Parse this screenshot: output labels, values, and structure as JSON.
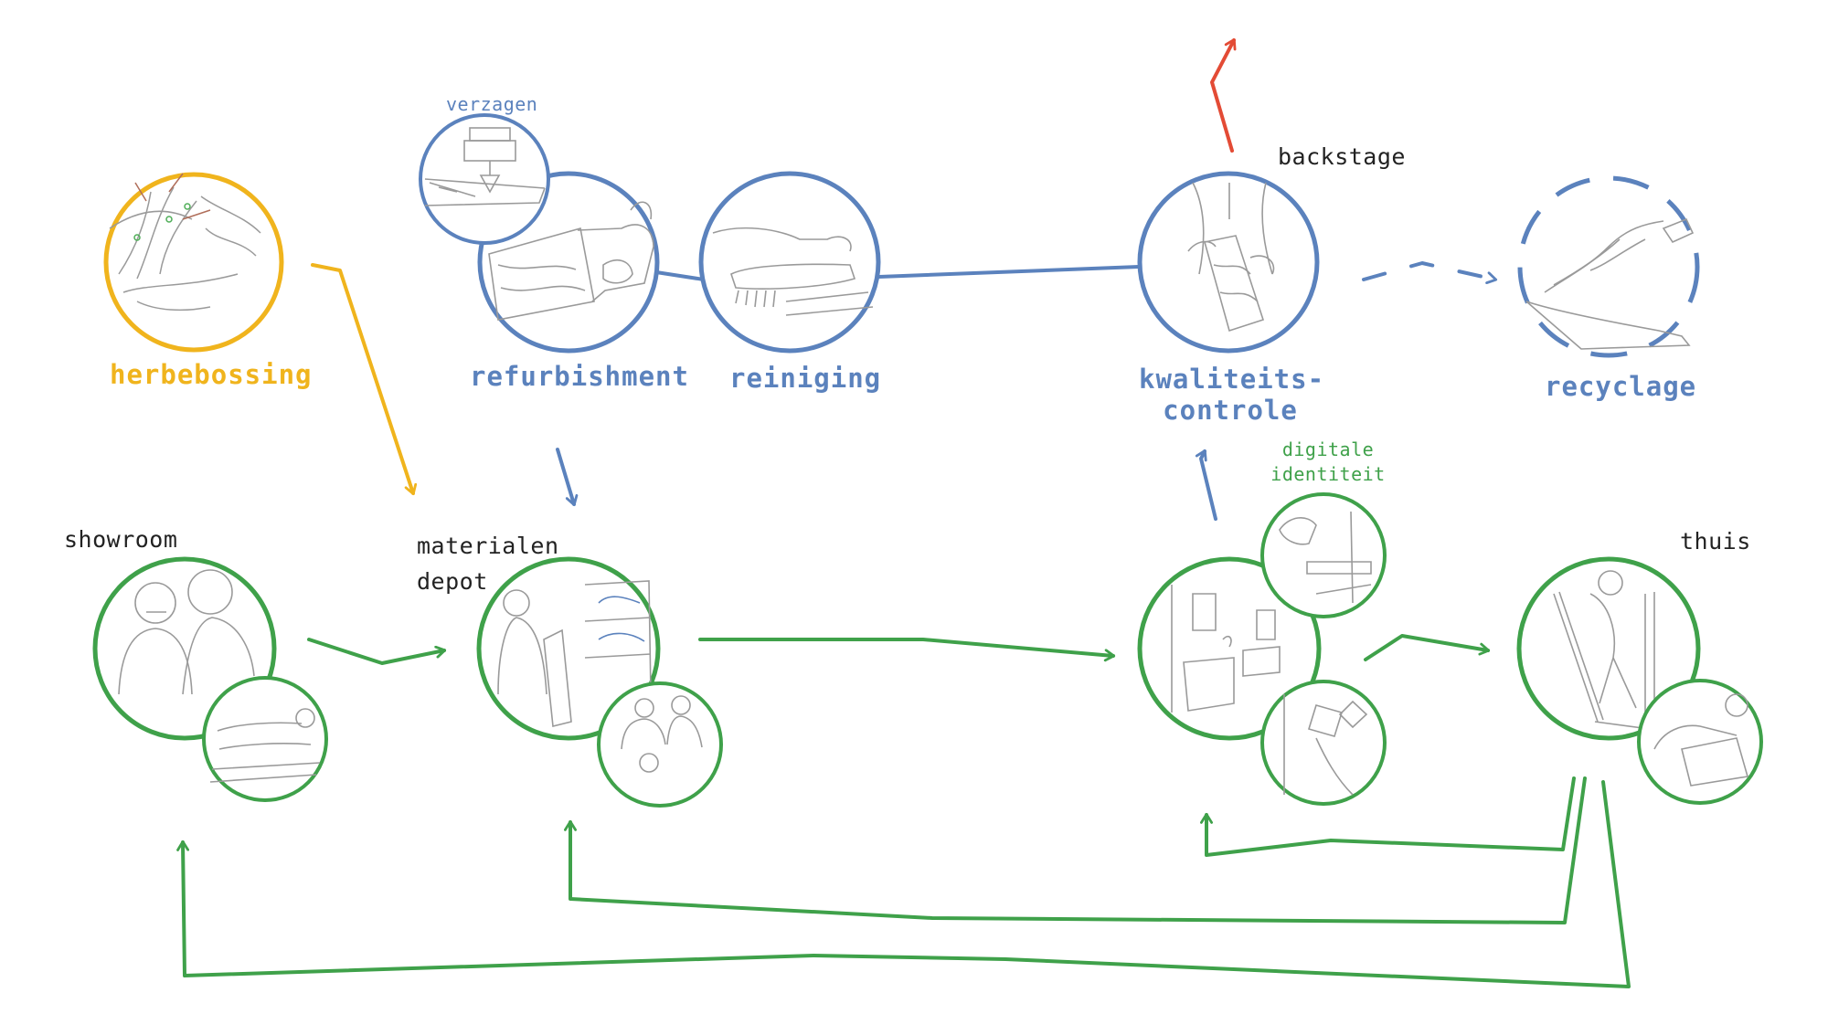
{
  "colors": {
    "blue": "#5b82bd",
    "green": "#3fa14a",
    "orange": "#f0b41d",
    "red": "#e34b35",
    "ink": "#222222",
    "sketch": "#9a9a9a"
  },
  "labels": {
    "herbebossing": "herbebossing",
    "verzagen": "verzagen",
    "refurbishment": "refurbishment",
    "reiniging": "reiniging",
    "backstage": "backstage",
    "kwaliteitscontrole_line1": "kwaliteits-",
    "kwaliteitscontrole_line2": "controle",
    "recyclage": "recyclage",
    "digitale_line1": "digitale",
    "digitale_line2": "identiteit",
    "showroom": "showroom",
    "materialen_line1": "materialen",
    "materialen_line2": "depot",
    "thuis": "thuis"
  },
  "stages": {
    "herbebossing": {
      "group": "forest",
      "icon": "forest-sketch-icon"
    },
    "verzagen": {
      "group": "backstage",
      "icon": "saw-sketch-icon"
    },
    "refurbishment": {
      "group": "backstage",
      "icon": "sanding-sketch-icon"
    },
    "reiniging": {
      "group": "backstage",
      "icon": "brush-sketch-icon"
    },
    "kwaliteitscontrole": {
      "group": "backstage",
      "icon": "inspection-sketch-icon"
    },
    "recyclage": {
      "group": "backstage-optional",
      "icon": "shredding-sketch-icon"
    },
    "showroom": {
      "group": "frontstage",
      "icon": "consultation-sketch-icon"
    },
    "materialen_depot": {
      "group": "frontstage",
      "icon": "warehouse-sketch-icon"
    },
    "digitale_identiteit": {
      "group": "frontstage",
      "icon": "scanning-sketch-icon"
    },
    "thuis": {
      "group": "frontstage",
      "icon": "installation-sketch-icon"
    }
  }
}
